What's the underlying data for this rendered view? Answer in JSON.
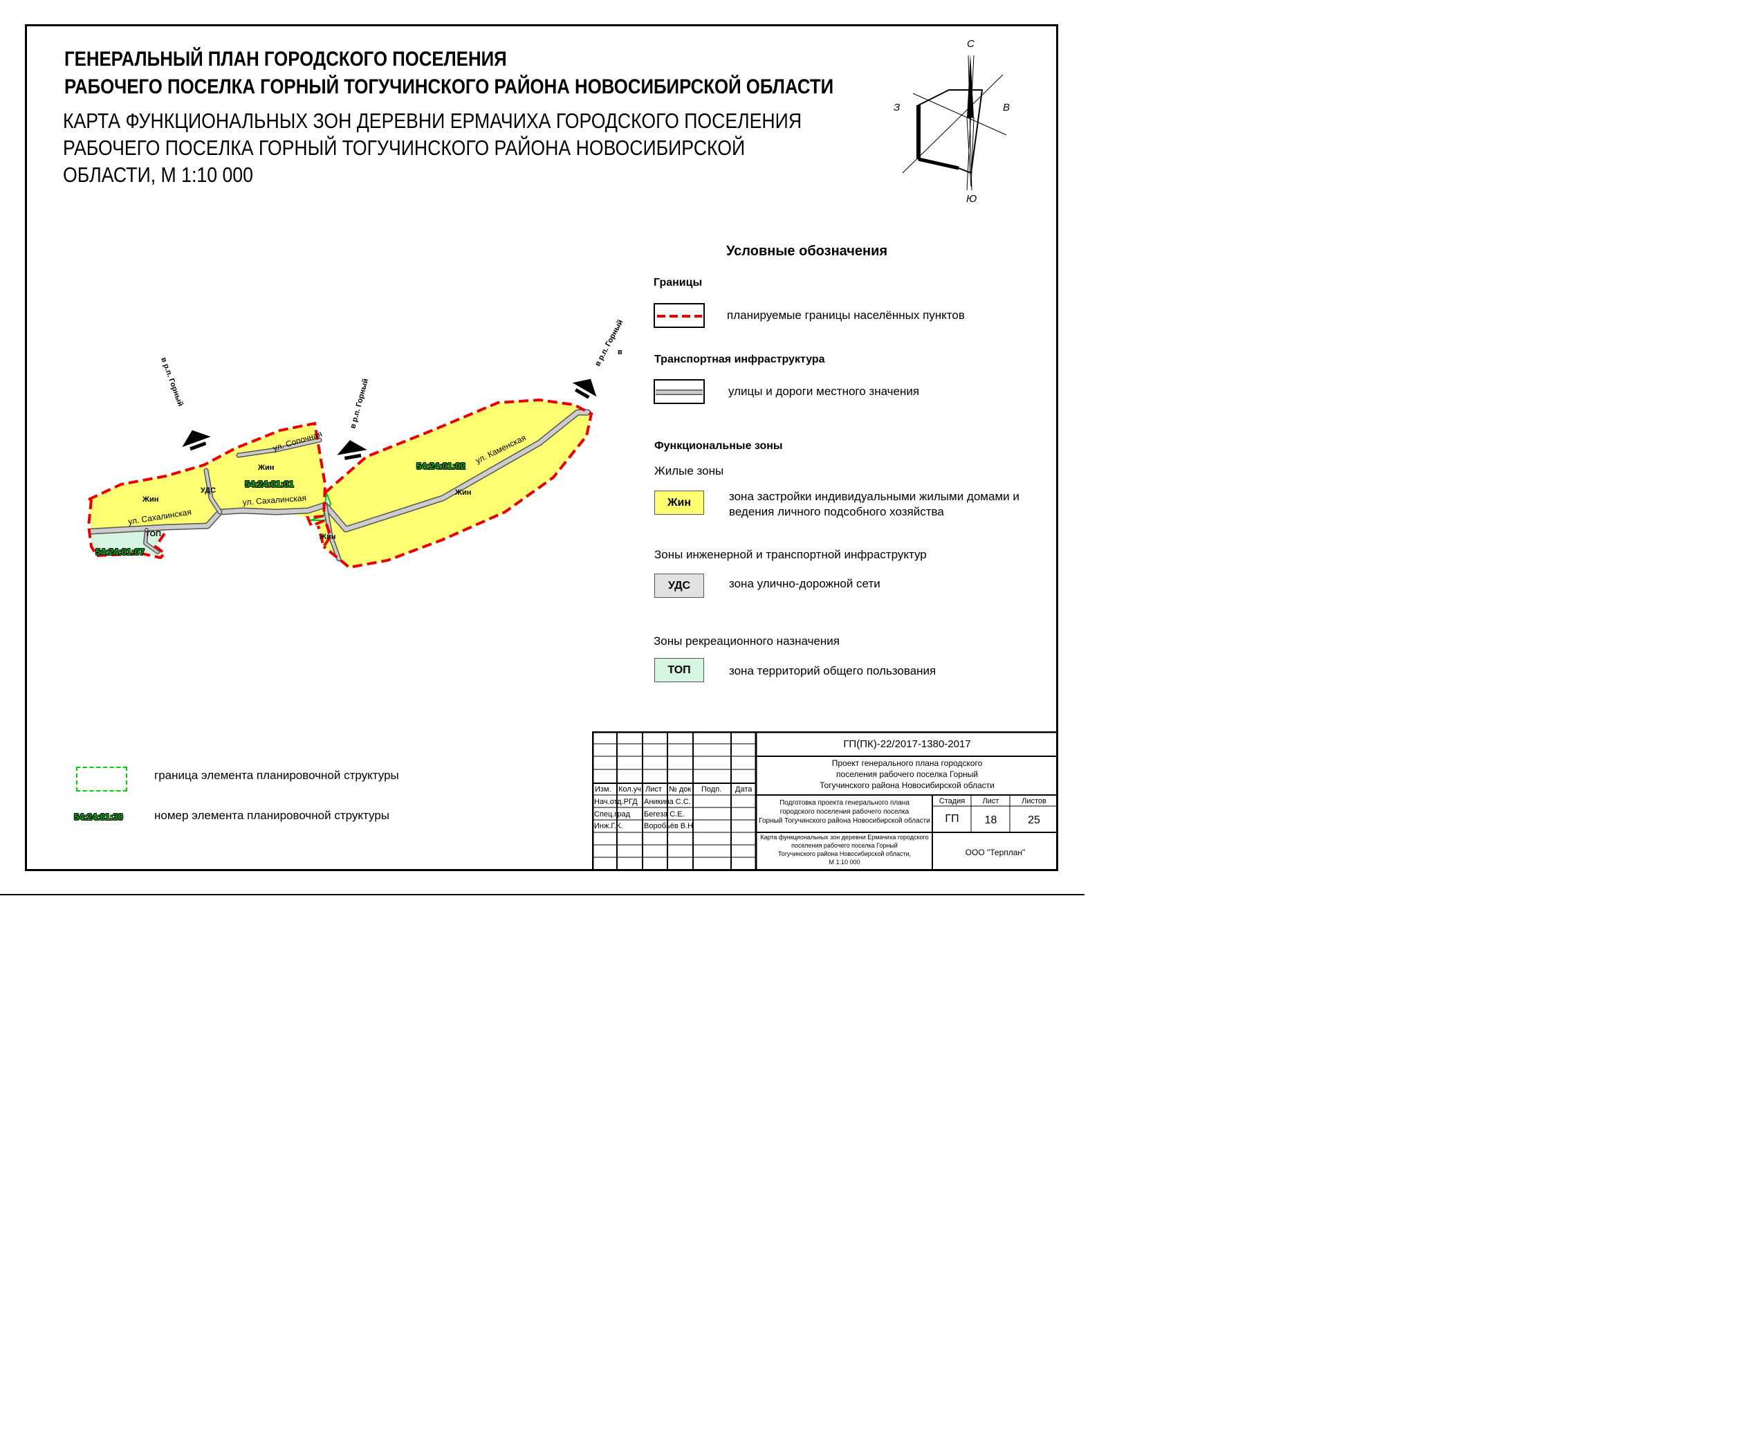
{
  "title": {
    "line1": "ГЕНЕРАЛЬНЫЙ ПЛАН ГОРОДСКОГО ПОСЕЛЕНИЯ",
    "line2": "РАБОЧЕГО ПОСЕЛКА ГОРНЫЙ ТОГУЧИНСКОГО РАЙОНА НОВОСИБИРСКОЙ ОБЛАСТИ",
    "sub_line1": "КАРТА ФУНКЦИОНАЛЬНЫХ ЗОН ДЕРЕВНИ ЕРМАЧИХА ГОРОДСКОГО ПОСЕЛЕНИЯ",
    "sub_line2": "РАБОЧЕГО ПОСЕЛКА ГОРНЫЙ ТОГУЧИНСКОГО РАЙОНА НОВОСИБИРСКОЙ",
    "sub_line3": "ОБЛАСТИ, М 1:10 000"
  },
  "compass": {
    "north": "С",
    "south": "Ю",
    "east": "В",
    "west": "З"
  },
  "map": {
    "directions": {
      "west": "в р.п. Горный",
      "middle": "в р.п. Горный",
      "east": "в р.п. Горный",
      "east_letter": "в"
    },
    "streets": {
      "sakhalinskaya_west": "ул. Сахалинская",
      "sakhalinskaya_mid": "ул. Сахалинская",
      "sopochnaya": "ул. Сопочная",
      "kamenskaya": "ул. Каменская"
    },
    "zone_labels": {
      "zhin_west": "Жин",
      "zhin_north": "Жин",
      "zhin_east": "Жин",
      "zhin_south": "Жин",
      "uds": "УДС",
      "top": "ТОП"
    },
    "element_numbers": {
      "west": "54:24:01:07",
      "middle": "54:24:01:01",
      "east": "54:24:01:02"
    },
    "colors": {
      "residential": "#ffff73",
      "recreation": "#d6f5e1",
      "road_fill": "#cccccc",
      "boundary": "#e60000",
      "element_boundary": "#00cc00"
    }
  },
  "legend": {
    "title": "Условные обозначения",
    "borders": {
      "heading": "Границы",
      "planned": "планируемые границы населённых пунктов"
    },
    "transport": {
      "heading": "Транспортная инфраструктура",
      "roads": "улицы и дороги местного значения"
    },
    "zones": {
      "heading": "Функциональные зоны",
      "residential_heading": "Жилые зоны",
      "zhin_code": "Жин",
      "zhin_line1": "зона застройки индивидуальными жилыми домами и",
      "zhin_line2": "ведения личного подсобного хозяйства",
      "infra_heading": "Зоны инженерной и транспортной инфраструктур",
      "uds_code": "УДС",
      "uds_text": "зона улично-дорожной сети",
      "recreation_heading": "Зоны рекреационного назначения",
      "top_code": "ТОП",
      "top_text": "зона территорий общего пользования"
    }
  },
  "bottom_legend": {
    "element_boundary": "граница элемента планировочной структуры",
    "element_number_sample": "54:24:01:30",
    "element_number_text": "номер элемента планировочной структуры"
  },
  "stamp": {
    "code": "ГП(ПК)-22/2017-1380-2017",
    "project_line1": "Проект генерального плана городского",
    "project_line2": "поселения рабочего поселка Горный",
    "project_line3": "Тогучинского района Новосибирской области",
    "headers": {
      "izm": "Изм.",
      "koluch": "Кол.уч",
      "list": "Лист",
      "ndok": "№ док",
      "podp": "Подп.",
      "data": "Дата"
    },
    "roles": [
      {
        "role": "Нач.отд.РГД",
        "name": "Аникина С.С."
      },
      {
        "role": "Спец.град",
        "name": "Бегеза С.Е."
      },
      {
        "role": "Инж.Г.К.",
        "name": "Воробьёв В.Н"
      }
    ],
    "work_line1": "Подготовка проекта генерального плана",
    "work_line2": "городского поселения рабочего поселка",
    "work_line3": "Горный Тогучинского района Новосибирской области",
    "stage_label": "Стадия",
    "sheet_label": "Лист",
    "sheets_label": "Листов",
    "stage": "ГП",
    "sheet": "18",
    "sheets": "25",
    "map_line1": "Карта функциональных зон деревни Ермачиха городского",
    "map_line2": "поселения рабочего поселка Горный",
    "map_line3": "Тогучинского района Новосибирской области,",
    "map_line4": "М 1:10 000",
    "company": "ООО \"Терплан\""
  }
}
